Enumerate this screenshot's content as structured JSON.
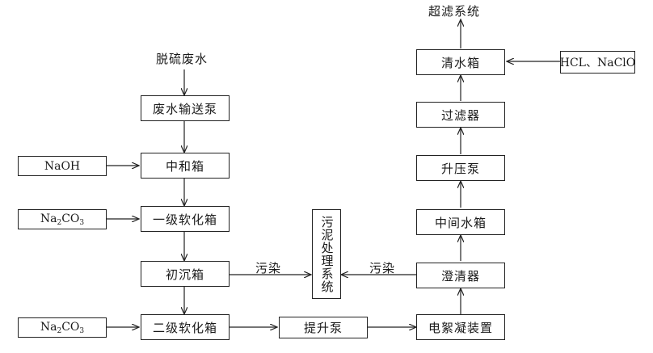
{
  "diagram": {
    "top_left_label": "脱硫废水",
    "top_right_label": "超滤系统",
    "left_column": {
      "pump": "废水输送泵",
      "neutral_tank": "中和箱",
      "softener1": "一级软化箱",
      "settling_tank": "初沉箱",
      "softener2": "二级软化箱"
    },
    "reagents": {
      "naoh": "NaOH",
      "na2co3_1": {
        "prefix": "Na",
        "digit1": "2",
        "mid": "CO",
        "digit2": "3"
      },
      "na2co3_2": {
        "prefix": "Na",
        "digit1": "2",
        "mid": "CO",
        "digit2": "3"
      },
      "hcl_naclo": "HCL、NaClO"
    },
    "middle": {
      "lift_pump": "提升泵",
      "sludge_system": "污泥处理系统",
      "sludge_label_left": "污染",
      "sludge_label_right": "污染"
    },
    "right_column": {
      "flocculation": "电絮凝装置",
      "clarifier": "澄清器",
      "middle_tank": "中间水箱",
      "booster_pump": "升压泵",
      "filter": "过滤器",
      "clear_tank": "清水箱"
    }
  }
}
